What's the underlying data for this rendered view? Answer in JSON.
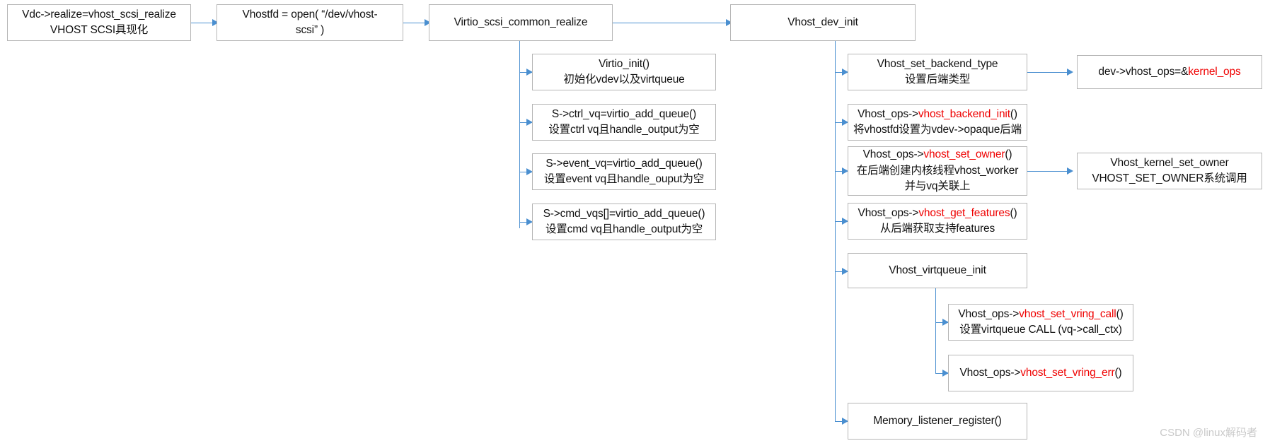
{
  "diagram": {
    "title": "vhost_scsi_realize call flow",
    "accent_color": "#4a8fd0",
    "highlight_color": "#ef0000",
    "box_border_color": "#b6b6b6",
    "background": "#ffffff"
  },
  "watermark": {
    "text": "CSDN @linux解码者"
  },
  "top_chain": [
    {
      "id": "vhost-scsi-realize",
      "lines": [
        {
          "text": "Vdc->realize=vhost_scsi_realize"
        },
        {
          "text": "VHOST SCSI具现化"
        }
      ]
    },
    {
      "id": "vhostfd-open",
      "lines": [
        {
          "text": "Vhostfd = open( “/dev/vhost-"
        },
        {
          "text": "scsi” )"
        }
      ]
    },
    {
      "id": "virtio-scsi-common-realize",
      "lines": [
        {
          "text": "Virtio_scsi_common_realize"
        }
      ]
    },
    {
      "id": "vhost-dev-init",
      "lines": [
        {
          "text": "Vhost_dev_init"
        }
      ]
    }
  ],
  "virtio_branch": [
    {
      "id": "virtio-init",
      "lines": [
        {
          "text": "Virtio_init()"
        },
        {
          "text": "初始化vdev以及virtqueue"
        }
      ]
    },
    {
      "id": "ctrl-vq",
      "lines": [
        {
          "text": "S->ctrl_vq=virtio_add_queue()"
        },
        {
          "text": "设置ctrl vq且handle_output为空"
        }
      ]
    },
    {
      "id": "event-vq",
      "lines": [
        {
          "text": "S->event_vq=virtio_add_queue()"
        },
        {
          "text": "设置event vq且handle_ouput为空"
        }
      ]
    },
    {
      "id": "cmd-vqs",
      "lines": [
        {
          "text": "S->cmd_vqs[]=virtio_add_queue()"
        },
        {
          "text": "设置cmd vq且handle_output为空"
        }
      ]
    }
  ],
  "vhost_branch": [
    {
      "id": "vhost-set-backend-type",
      "lines": [
        {
          "text": "Vhost_set_backend_type"
        },
        {
          "text": "设置后端类型"
        }
      ]
    },
    {
      "id": "vhost-backend-init",
      "lines": [
        {
          "segments": [
            {
              "text": "Vhost_ops->",
              "style": "plain"
            },
            {
              "text": "vhost_backend_init",
              "style": "red"
            },
            {
              "text": "()",
              "style": "plain"
            }
          ]
        },
        {
          "text": "将vhostfd设置为vdev->opaque后端"
        }
      ]
    },
    {
      "id": "vhost-set-owner",
      "lines": [
        {
          "segments": [
            {
              "text": "Vhost_ops->",
              "style": "plain"
            },
            {
              "text": "vhost_set_owner",
              "style": "red"
            },
            {
              "text": "()",
              "style": "plain"
            }
          ]
        },
        {
          "text": "在后端创建内核线程vhost_worker"
        },
        {
          "text": "并与vq关联上"
        }
      ]
    },
    {
      "id": "vhost-get-features",
      "lines": [
        {
          "segments": [
            {
              "text": "Vhost_ops->",
              "style": "plain"
            },
            {
              "text": "vhost_get_features",
              "style": "red"
            },
            {
              "text": "()",
              "style": "plain"
            }
          ]
        },
        {
          "text": "从后端获取支持features"
        }
      ]
    },
    {
      "id": "vhost-virtqueue-init",
      "lines": [
        {
          "text": "Vhost_virtqueue_init"
        }
      ]
    },
    {
      "id": "memory-listener-register",
      "lines": [
        {
          "text": "Memory_listener_register()"
        }
      ]
    }
  ],
  "vring_branch": [
    {
      "id": "vhost-set-vring-call",
      "lines": [
        {
          "segments": [
            {
              "text": "Vhost_ops->",
              "style": "plain"
            },
            {
              "text": "vhost_set_vring_call",
              "style": "red"
            },
            {
              "text": "()",
              "style": "plain"
            }
          ]
        },
        {
          "text": "设置virtqueue CALL (vq->call_ctx)"
        }
      ]
    },
    {
      "id": "vhost-set-vring-err",
      "lines": [
        {
          "segments": [
            {
              "text": "Vhost_ops->",
              "style": "plain"
            },
            {
              "text": "vhost_set_vring_err",
              "style": "red"
            },
            {
              "text": "()",
              "style": "plain"
            }
          ]
        }
      ]
    }
  ],
  "far_right": [
    {
      "id": "kernel-ops",
      "lines": [
        {
          "segments": [
            {
              "text": "dev->vhost_ops=&",
              "style": "plain"
            },
            {
              "text": "kernel_ops",
              "style": "red"
            }
          ]
        }
      ]
    },
    {
      "id": "vhost-kernel-set-owner",
      "lines": [
        {
          "text": "Vhost_kernel_set_owner"
        },
        {
          "text": "VHOST_SET_OWNER系统调用"
        }
      ]
    }
  ]
}
